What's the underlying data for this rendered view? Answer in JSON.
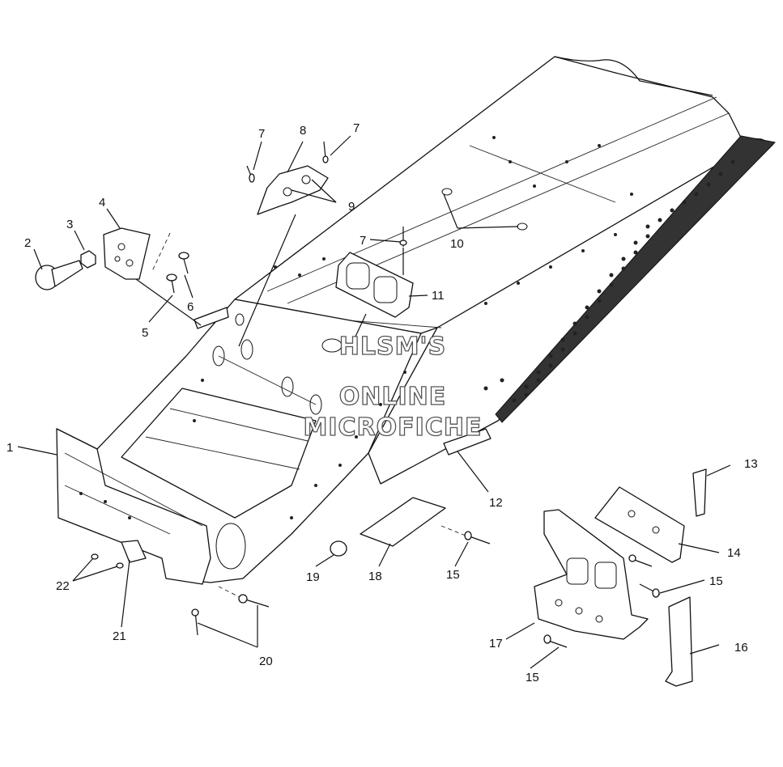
{
  "watermark": {
    "line1": "HLSM'S",
    "line2": "ONLINE",
    "line3": "MICROFICHE"
  },
  "callouts": [
    {
      "id": "c1",
      "text": "1"
    },
    {
      "id": "c2",
      "text": "2"
    },
    {
      "id": "c3",
      "text": "3"
    },
    {
      "id": "c4",
      "text": "4"
    },
    {
      "id": "c5",
      "text": "5"
    },
    {
      "id": "c6",
      "text": "6"
    },
    {
      "id": "c7a",
      "text": "7"
    },
    {
      "id": "c7b",
      "text": "7"
    },
    {
      "id": "c7c",
      "text": "7"
    },
    {
      "id": "c8",
      "text": "8"
    },
    {
      "id": "c9",
      "text": "9"
    },
    {
      "id": "c10",
      "text": "10"
    },
    {
      "id": "c11",
      "text": "11"
    },
    {
      "id": "c12",
      "text": "12"
    },
    {
      "id": "c13",
      "text": "13"
    },
    {
      "id": "c14",
      "text": "14"
    },
    {
      "id": "c15a",
      "text": "15"
    },
    {
      "id": "c15b",
      "text": "15"
    },
    {
      "id": "c15c",
      "text": "15"
    },
    {
      "id": "c16",
      "text": "16"
    },
    {
      "id": "c17",
      "text": "17"
    },
    {
      "id": "c18",
      "text": "18"
    },
    {
      "id": "c19",
      "text": "19"
    },
    {
      "id": "c20",
      "text": "20"
    },
    {
      "id": "c21",
      "text": "21"
    },
    {
      "id": "c22",
      "text": "22"
    }
  ]
}
